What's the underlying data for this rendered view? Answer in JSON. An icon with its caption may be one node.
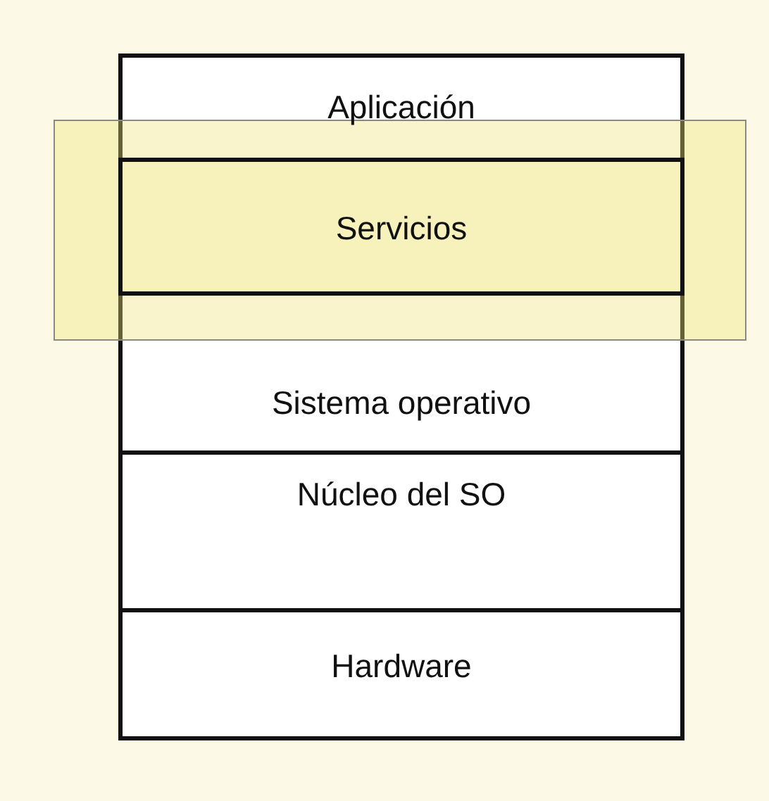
{
  "diagram": {
    "nodes": [
      {
        "text": [
          "Aplicación"
        ]
      },
      {
        "text": [],
        "shape": "box"
      },
      {
        "text": [
          "Servicios"
        ],
        "in": 1
      },
      {
        "text": [
          "Sistema operativo"
        ]
      },
      {
        "text": [
          "Núcleo del SO"
        ]
      },
      {
        "text": [
          "Hardware"
        ]
      }
    ]
  }
}
